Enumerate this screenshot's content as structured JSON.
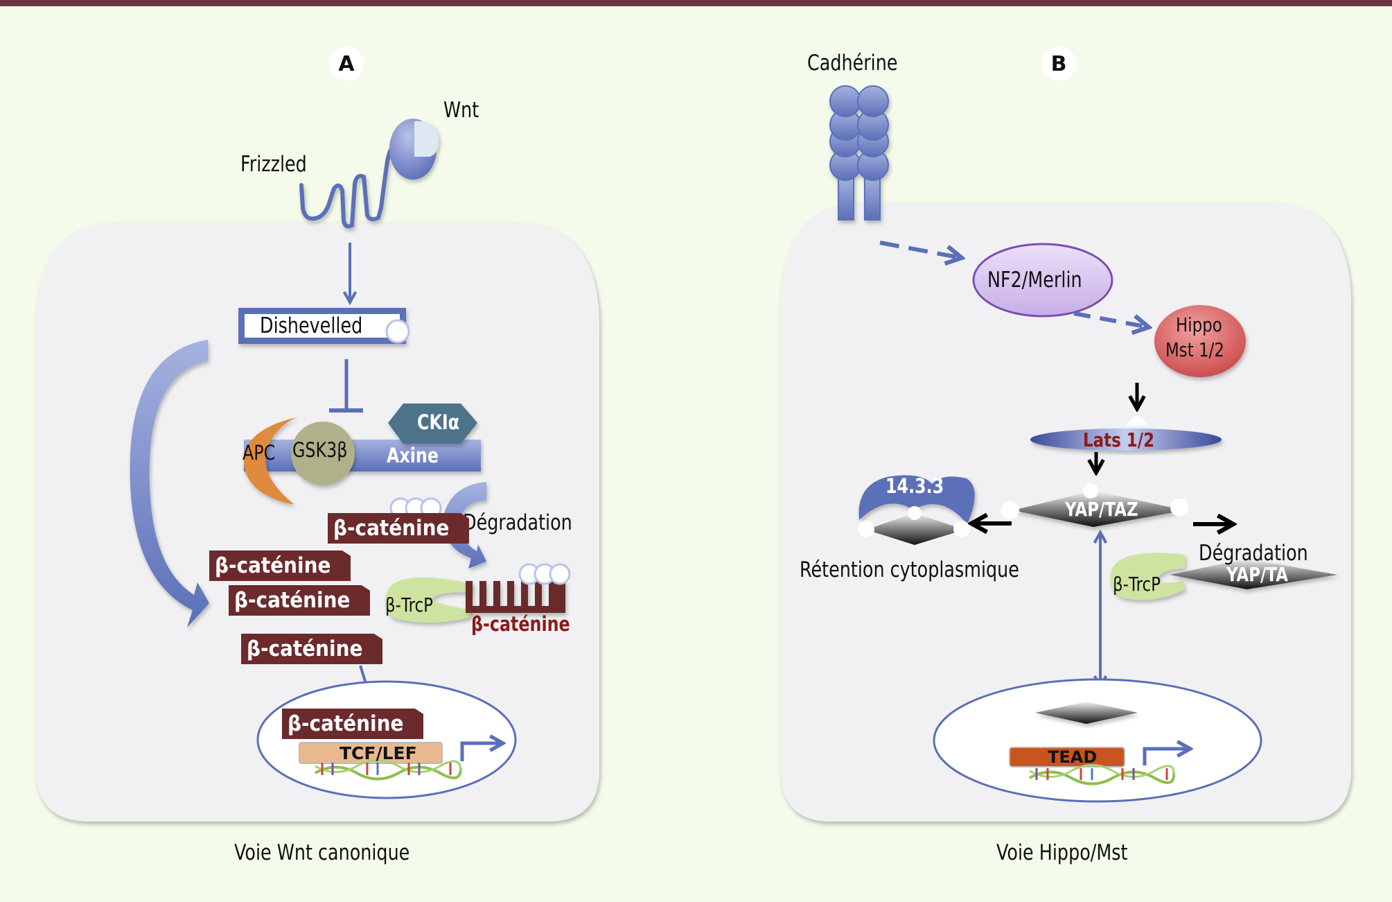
{
  "panels": [
    {
      "id": "A",
      "badge": "A",
      "caption": "Voie Wnt canonique",
      "labels": {
        "ligand": "Wnt",
        "receptor": "Frizzled",
        "dishevelled": "Dishevelled",
        "apc": "APC",
        "gsk3b": "GSK3β",
        "axine": "Axine",
        "ck1a": "CKIα",
        "degradation": "Dégradation",
        "btrcp": "β-TrcP",
        "bcatenin": "β-caténine",
        "tcf_lef": "TCF/LEF"
      },
      "bcatenin_instances": [
        "β-caténine",
        "β-caténine",
        "β-caténine",
        "β-caténine",
        "β-caténine",
        "β-caténine"
      ]
    },
    {
      "id": "B",
      "badge": "B",
      "caption": "Voie Hippo/Mst",
      "labels": {
        "cadherin": "Cadhérine",
        "nf2": "NF2/Merlin",
        "hippo_line1": "Hippo",
        "hippo_line2": "Mst 1/2",
        "lats": "Lats 1/2",
        "yap_taz": "YAP/TAZ",
        "protein_1433": "14.3.3",
        "retention": "Rétention cytoplasmique",
        "degradation": "Dégradation",
        "btrcp": "β-TrcP",
        "yap_ta_degraded": "YAP/TA",
        "tead": "TEAD"
      }
    }
  ],
  "colors": {
    "top_bar": "#6b3540",
    "background": "#f4fbea",
    "cell": "#f1f1f3",
    "pathway_blue": "#5b6fb8",
    "bcatenin": "#6b2a2c",
    "apc": "#e08a3c",
    "gsk3b": "#b0b08a",
    "ck1a": "#4e738a",
    "btrcp": "#cfe3a0",
    "tcf_lef": "#e8b98f",
    "tead": "#c9541f",
    "nf2": "#d9c4ef",
    "hippo": "#d95b5b",
    "lats_text": "#8b1a1a"
  }
}
